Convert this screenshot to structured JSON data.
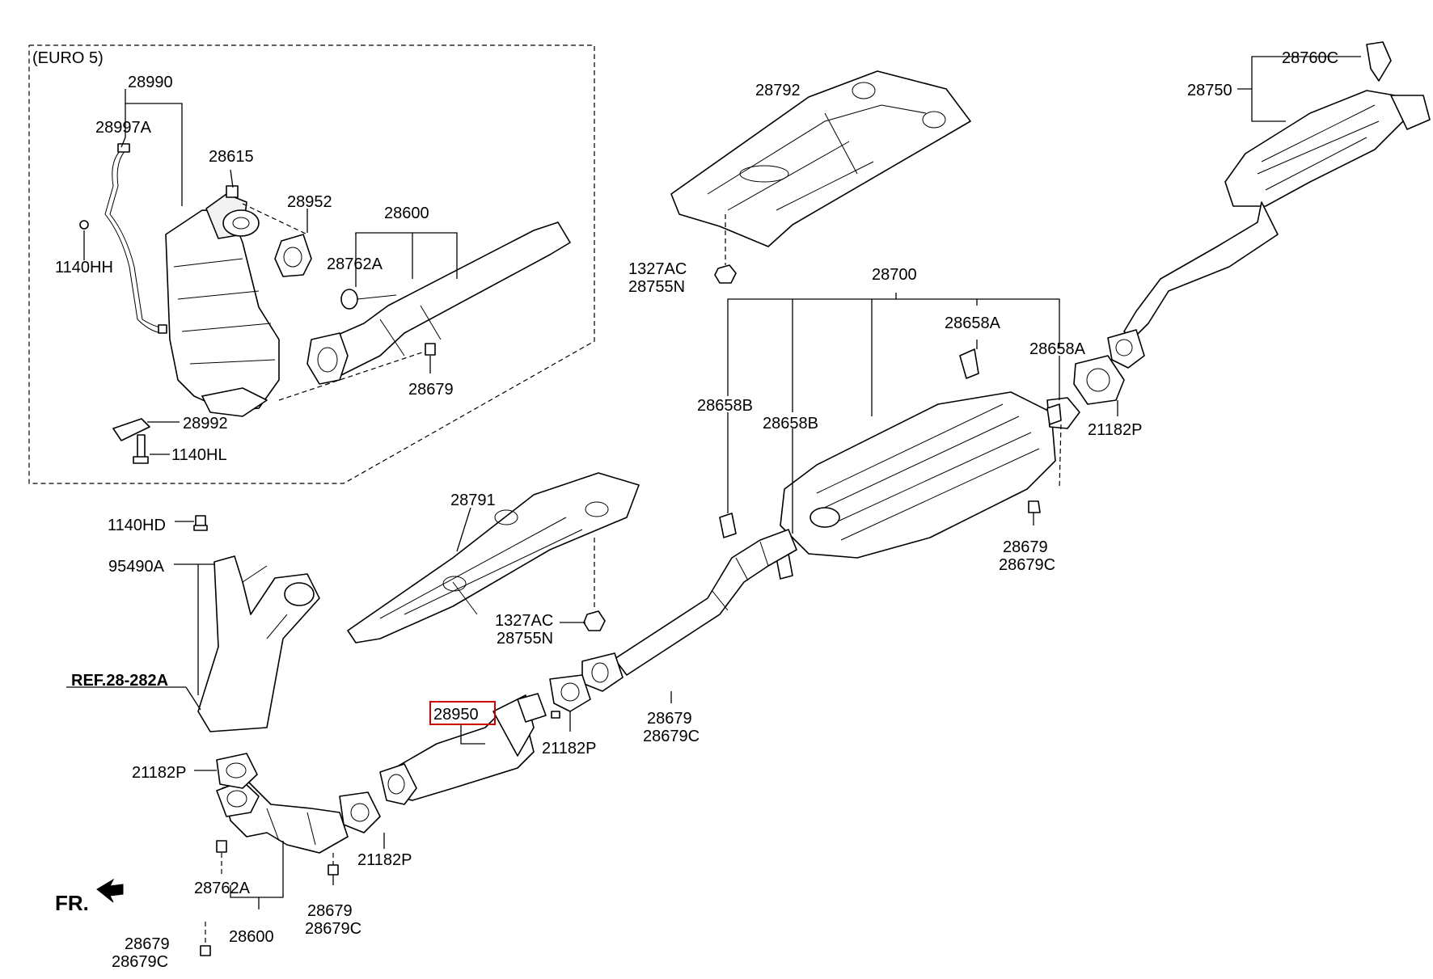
{
  "diagram": {
    "variant_label": "(EURO 5)",
    "front_marker": "FR.",
    "reference_label": "REF.28-282A",
    "highlight_color": "#cc0000",
    "labels": {
      "p28990": "28990",
      "p28997a": "28997A",
      "p28615": "28615",
      "p28952": "28952",
      "p28600_top": "28600",
      "p28762a_top": "28762A",
      "p1140hh": "1140HH",
      "p28679_top": "28679",
      "p28992": "28992",
      "p1140hl": "1140HL",
      "p28792": "28792",
      "p1327ac_top": "1327AC",
      "p28755n_top": "28755N",
      "p28760c": "28760C",
      "p28750": "28750",
      "p28700": "28700",
      "p28658a_mid": "28658A",
      "p28658a_right": "28658A",
      "p28658b_left": "28658B",
      "p28658b_mid": "28658B",
      "p21182p_right": "21182P",
      "p28679_right": "28679",
      "p28679c_right": "28679C",
      "p28791": "28791",
      "p1327ac_mid": "1327AC",
      "p28755n_mid": "28755N",
      "p1140hd": "1140HD",
      "p95490a": "95490A",
      "p28950": "28950",
      "p21182p_center": "21182P",
      "p28679_center": "28679",
      "p28679c_center": "28679C",
      "p21182p_left": "21182P",
      "p21182p_bottom": "21182P",
      "p28762a_bottom": "28762A",
      "p28600_bottom": "28600",
      "p28679_bottom": "28679",
      "p28679c_bottom": "28679C",
      "p28679_bl": "28679",
      "p28679c_bl": "28679C"
    }
  }
}
